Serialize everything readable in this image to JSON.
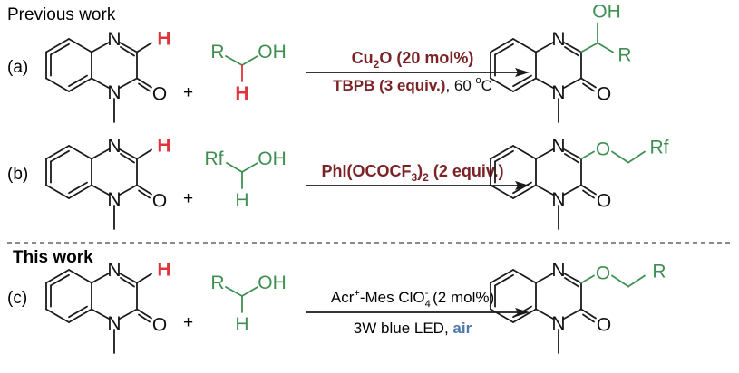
{
  "headings": {
    "previous": "Previous work",
    "this": "This work"
  },
  "labels": {
    "a": "(a)",
    "b": "(b)",
    "c": "(c)"
  },
  "atoms": {
    "N": "N",
    "O": "O",
    "H": "H",
    "OH": "OH",
    "R": "R",
    "Rf": "Rf",
    "plus": "+"
  },
  "conditions": {
    "a_top_pre": "Cu",
    "a_top_sub": "2",
    "a_top_post": "O (20 mol%)",
    "a_bottom_bold": "TBPB (3 equiv.)",
    "a_bottom_rest": ", 60 ",
    "a_bottom_sup": "o",
    "a_bottom_end": "C",
    "b_top_pre": "PhI(OCOCF",
    "b_top_sub": "3",
    "b_top_post": ")",
    "b_top_sub2": "2",
    "b_top_end": " (2 equiv.)",
    "c_top_pre": "Acr",
    "c_top_sup": "+",
    "c_top_mid": "-Mes ClO",
    "c_top_sub": "4",
    "c_top_sup2": "-",
    "c_top_end": " (2 mol%)",
    "c_bottom_pre": "3W blue LED, ",
    "c_bottom_air": "air"
  },
  "colors": {
    "red": "#e0333a",
    "green": "#3f8f52",
    "condition": "#7b2226",
    "blue": "#4d79ad",
    "bond": "#1a1a1a"
  }
}
